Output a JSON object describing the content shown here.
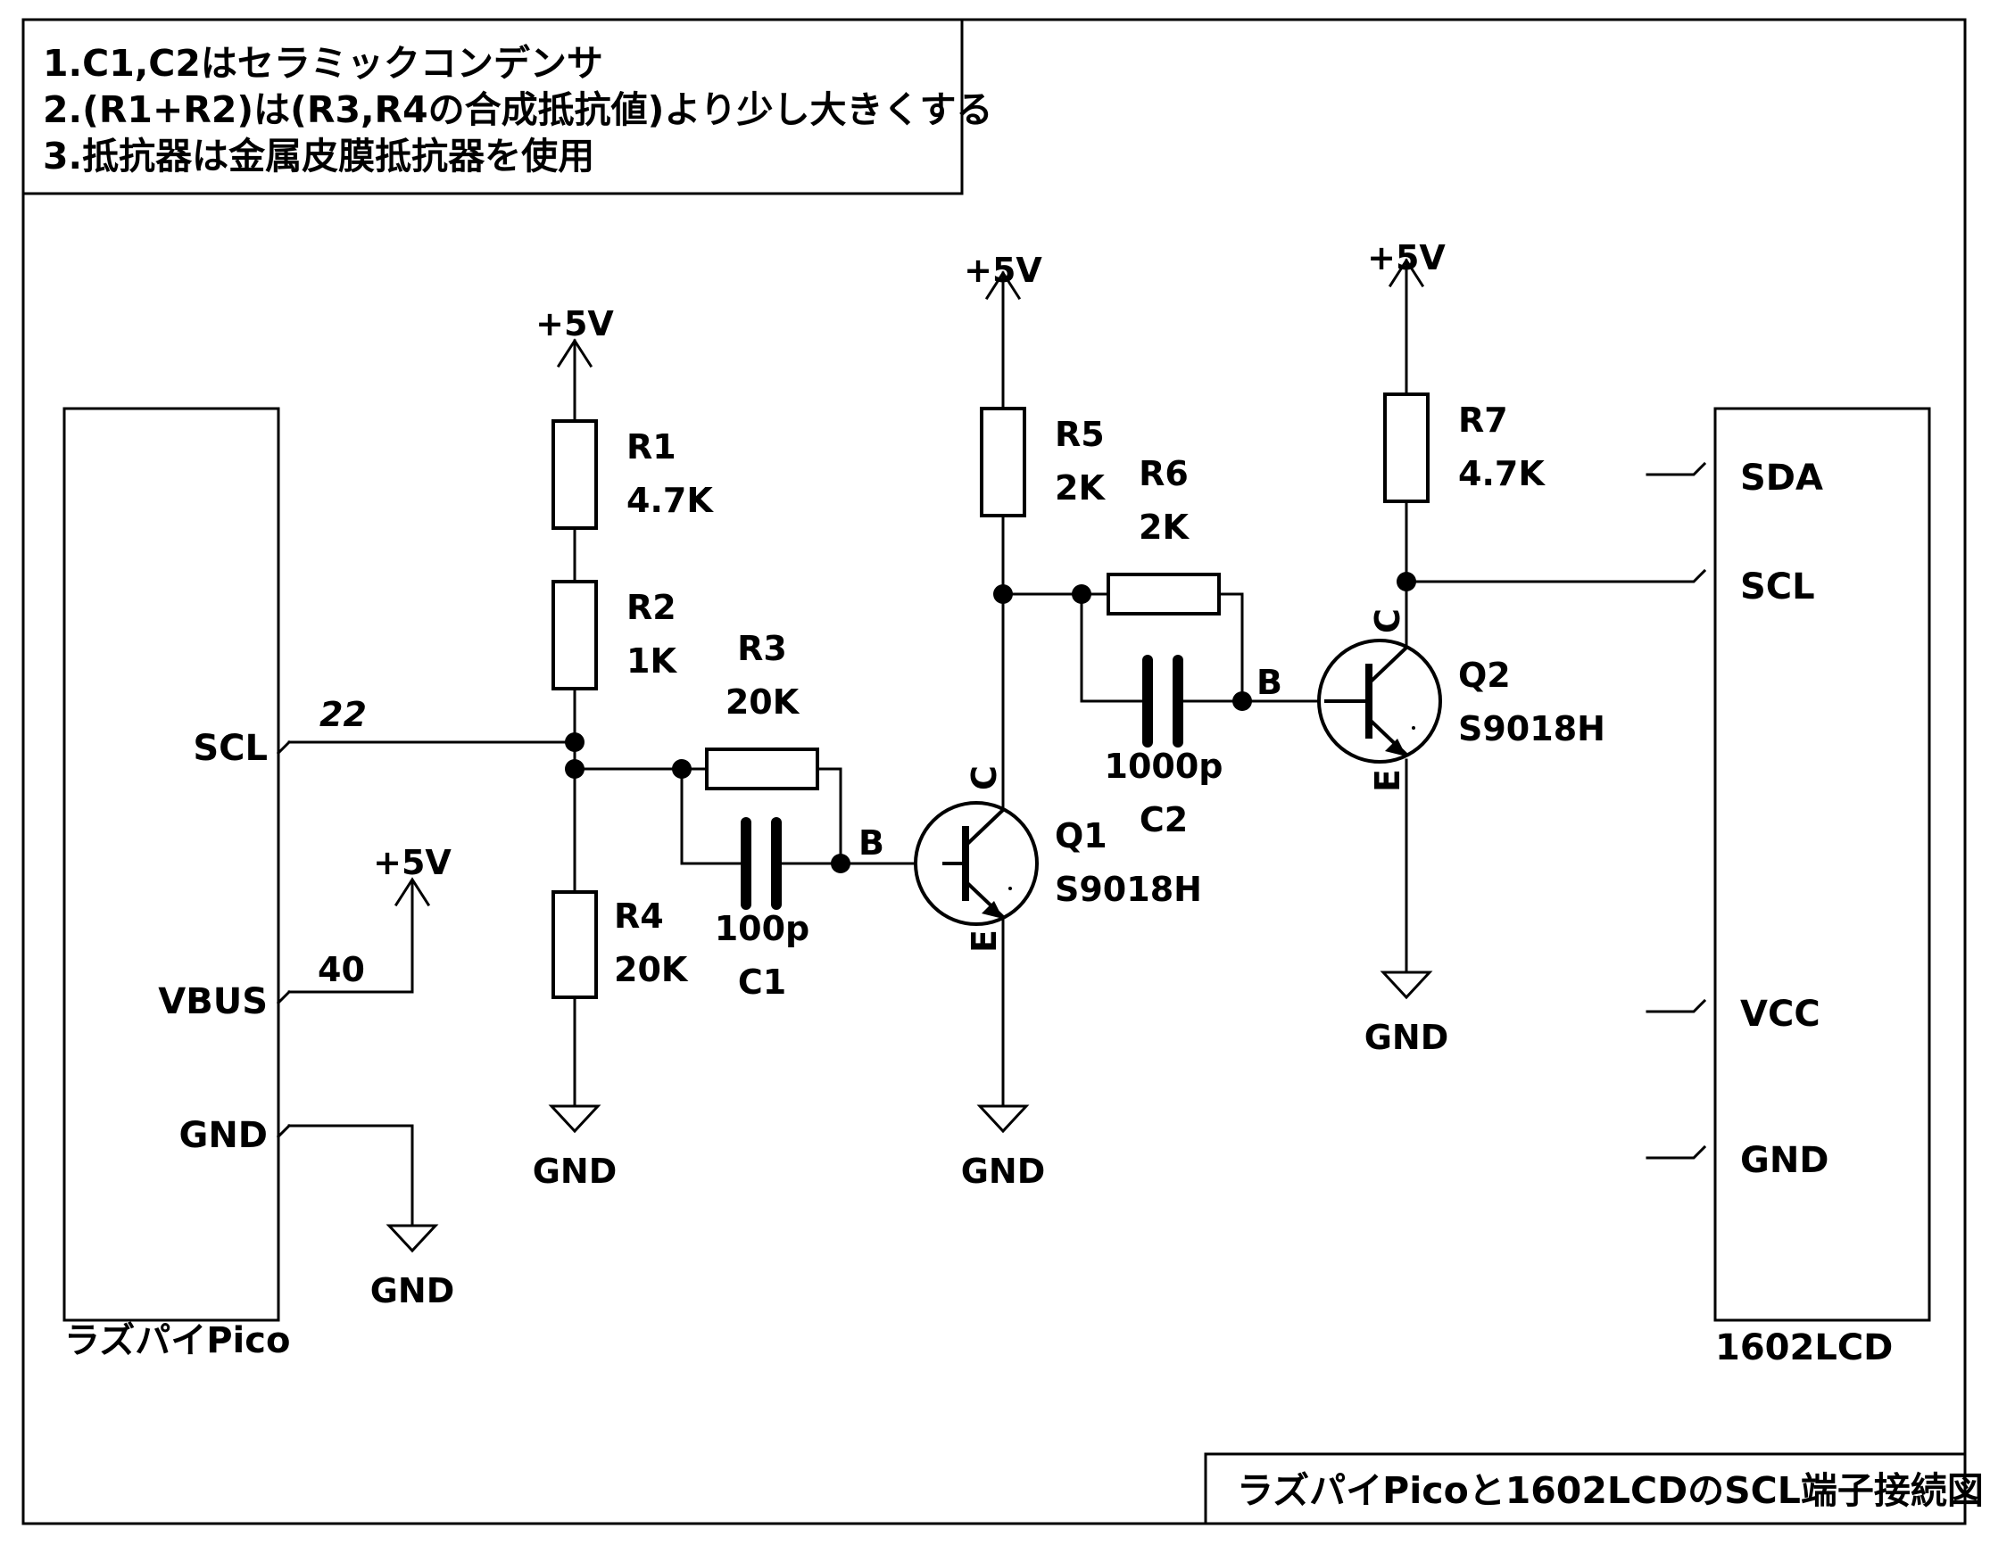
{
  "notes": [
    "1.C1,C2はセラミックコンデンサ",
    "2.(R1+R2)は(R3,R4の合成抵抗値)より少し大きくする",
    "3.抵抗器は金属皮膜抵抗器を使用"
  ],
  "title": "ラズパイPicoと1602LCDのSCL端子接続図",
  "pico": {
    "name": "ラズパイPico",
    "pins": {
      "scl": "SCL",
      "vbus": "VBUS",
      "gnd": "GND"
    },
    "pin_numbers": {
      "scl": "22",
      "vbus": "40"
    }
  },
  "lcd": {
    "name": "1602LCD",
    "pins": {
      "sda": "SDA",
      "scl": "SCL",
      "vcc": "VCC",
      "gnd": "GND"
    }
  },
  "supply_label": "+5V",
  "ground_label": "GND",
  "resistors": {
    "r1": {
      "ref": "R1",
      "value": "4.7K"
    },
    "r2": {
      "ref": "R2",
      "value": "1K"
    },
    "r3": {
      "ref": "R3",
      "value": "20K"
    },
    "r4": {
      "ref": "R4",
      "value": "20K"
    },
    "r5": {
      "ref": "R5",
      "value": "2K"
    },
    "r6": {
      "ref": "R6",
      "value": "2K"
    },
    "r7": {
      "ref": "R7",
      "value": "4.7K"
    }
  },
  "capacitors": {
    "c1": {
      "ref": "C1",
      "value": "100p"
    },
    "c2": {
      "ref": "C2",
      "value": "1000p"
    }
  },
  "transistors": {
    "q1": {
      "ref": "Q1",
      "part": "S9018H"
    },
    "q2": {
      "ref": "Q2",
      "part": "S9018H"
    }
  },
  "terminal_letters": {
    "base": "B",
    "collector": "C",
    "emitter": "E"
  }
}
